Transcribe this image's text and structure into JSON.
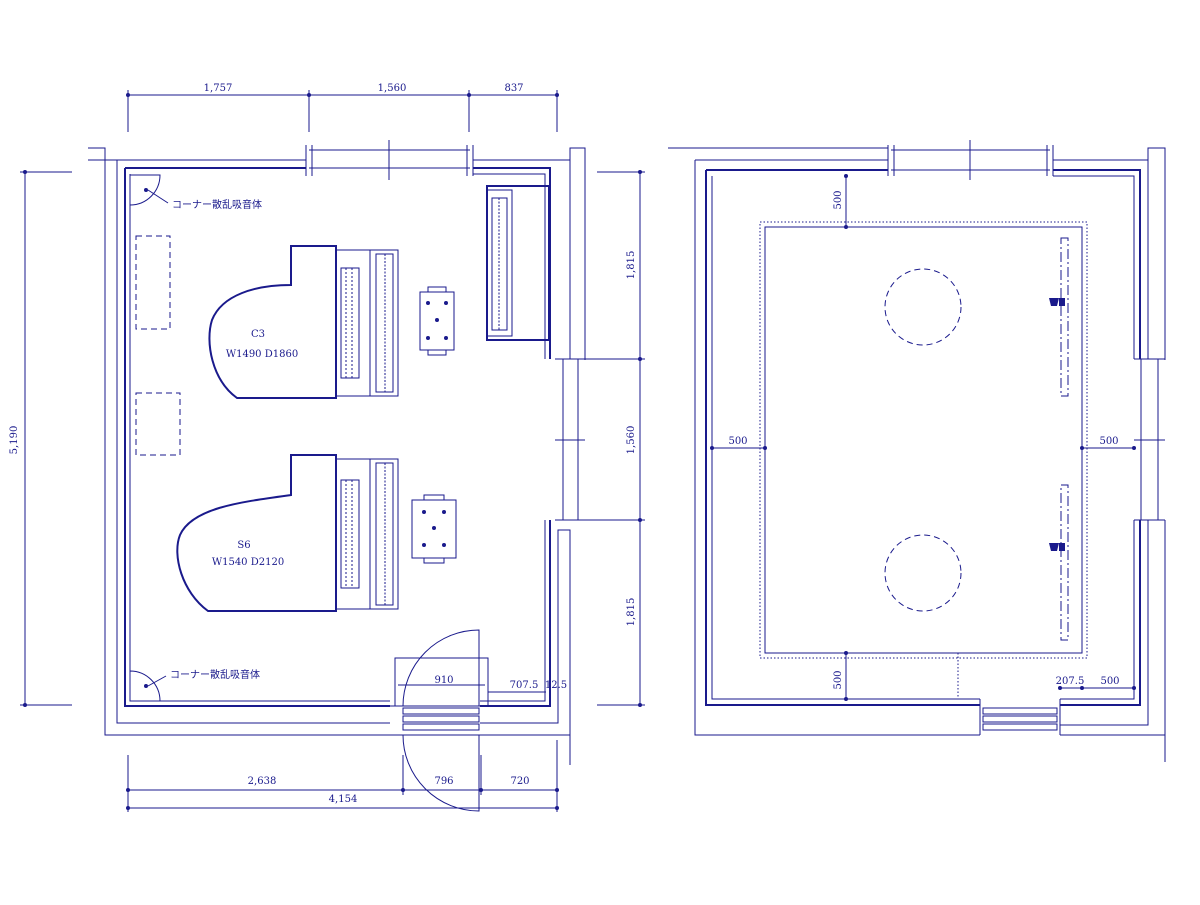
{
  "colors": {
    "ink": "#1a1a8c",
    "background": "#ffffff"
  },
  "left_plan": {
    "dims_top": [
      "1,757",
      "1,560",
      "837"
    ],
    "dim_left": "5,190",
    "dims_right": [
      "1,815",
      "1,560",
      "1,815"
    ],
    "dims_bottom_row1": [
      "2,638",
      "796",
      "720"
    ],
    "dim_bottom_total": "4,154",
    "corner_label": "コーナー散乱吸音体",
    "piano1": {
      "model": "C3",
      "size": "W1490 D1860"
    },
    "piano2": {
      "model": "S6",
      "size": "W1540 D2120"
    },
    "door_dims": [
      "910",
      "707.5",
      "12.5"
    ]
  },
  "right_plan": {
    "dim_top": "500",
    "dim_left": "500",
    "dim_right": "500",
    "dim_bottom": "500",
    "dim_bottom_right": [
      "207.5",
      "500"
    ]
  }
}
